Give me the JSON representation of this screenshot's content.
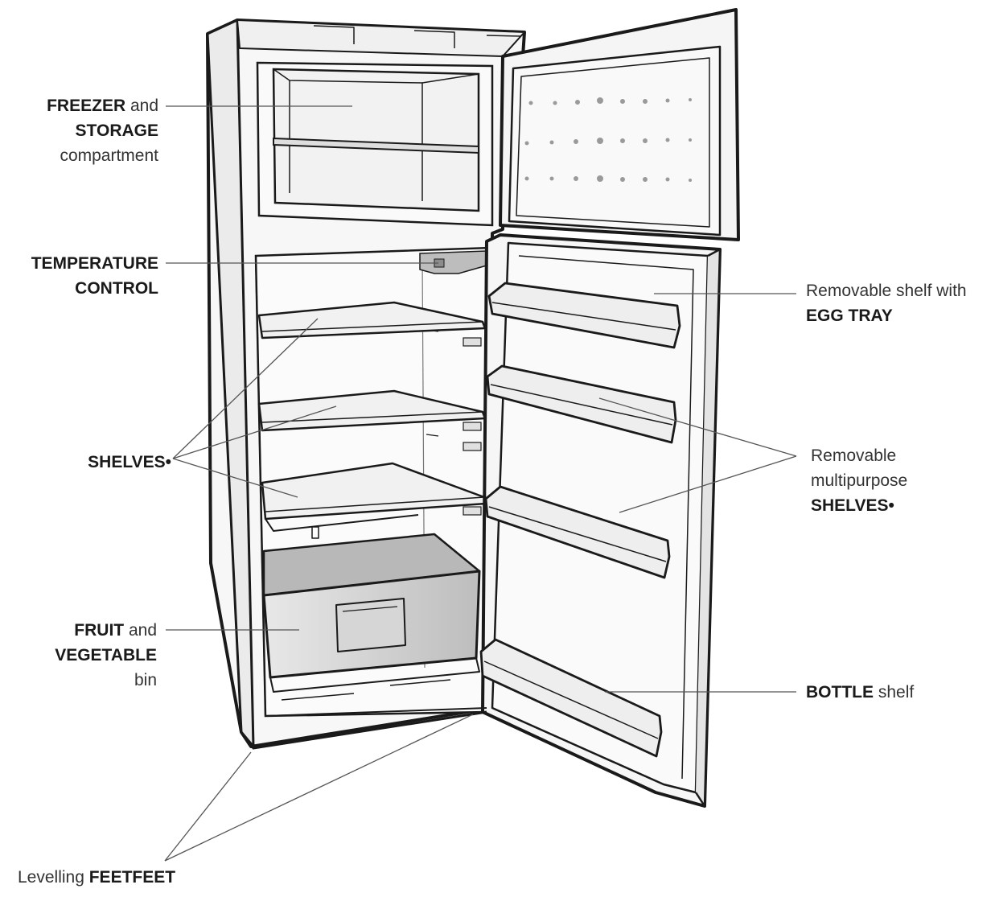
{
  "labels": {
    "freezer": {
      "line1_bold": "FREEZER",
      "line1_rest": " and",
      "line2_bold": "STORAGE",
      "line3": "compartment"
    },
    "temperature": {
      "line1_bold": "TEMPERATURE",
      "line2_bold": "CONTROL"
    },
    "shelves": {
      "text": "SHELVES•"
    },
    "fruit": {
      "line1_bold": "FRUIT",
      "line1_rest": " and",
      "line2_bold": "VEGETABLE",
      "line3": "bin"
    },
    "feet": {
      "prefix": "Levelling ",
      "bold": "FEETFEET"
    },
    "egg_tray": {
      "line1": "Removable shelf with",
      "line2_bold": "EGG TRAY"
    },
    "door_shelves": {
      "line1": "Removable",
      "line2": "multipurpose",
      "line3_bold": "SHELVES•"
    },
    "bottle": {
      "bold": "BOTTLE",
      "rest": " shelf"
    }
  },
  "colors": {
    "outline": "#1a1a1a",
    "leader": "#555555",
    "panel_fill": "#f4f4f4",
    "shade": "#c9c9c9"
  }
}
